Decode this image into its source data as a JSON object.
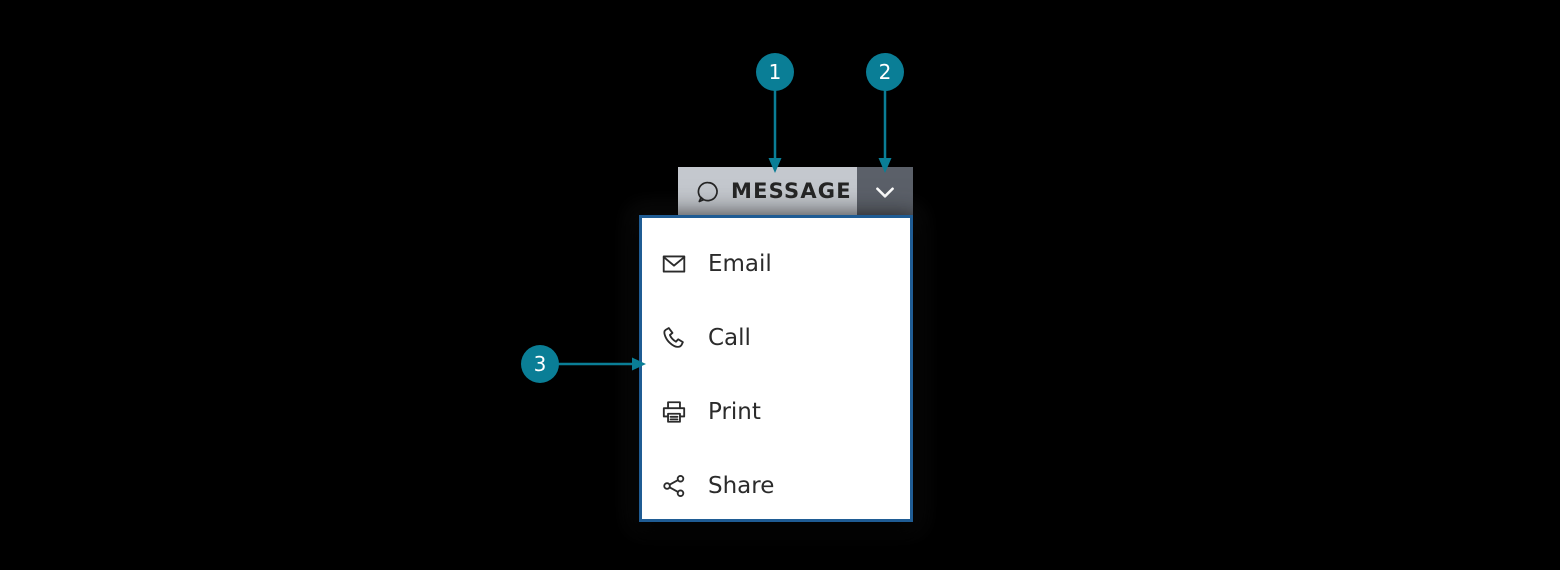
{
  "background_color": "#000000",
  "theme": {
    "accent_teal": "#0a7e96",
    "button_face": "#c4c8ce",
    "button_toggle": "#5b6069",
    "panel_border": "#1f5c94",
    "panel_background": "#ffffff",
    "text_dark": "#252525",
    "menu_text": "#2b2b2b"
  },
  "split_button": {
    "label": "MESSAGE",
    "main_icon": "message-bubble-icon",
    "toggle_icon": "chevron-down-icon"
  },
  "dropdown": {
    "items": [
      {
        "label": "Email",
        "icon": "envelope-icon"
      },
      {
        "label": "Call",
        "icon": "phone-icon"
      },
      {
        "label": "Print",
        "icon": "printer-icon"
      },
      {
        "label": "Share",
        "icon": "share-nodes-icon"
      }
    ]
  },
  "callouts": [
    {
      "number": "1",
      "target": "split-button-main"
    },
    {
      "number": "2",
      "target": "split-button-toggle"
    },
    {
      "number": "3",
      "target": "dropdown-panel"
    }
  ]
}
